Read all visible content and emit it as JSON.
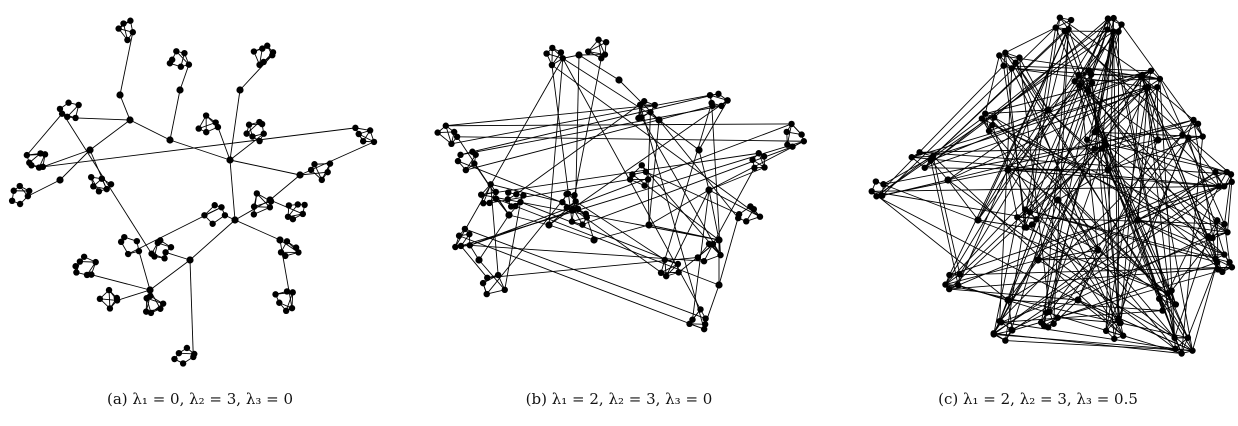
{
  "figure": {
    "panels": [
      {
        "id": "a",
        "label": "(a)",
        "l1": "λ₁ = 0,",
        "l2": "λ₂ = 3,",
        "l3": "λ₃ = 0"
      },
      {
        "id": "b",
        "label": "(b)",
        "l1": "λ₁ = 2,",
        "l2": "λ₂ = 3,",
        "l3": "λ₃ = 0"
      },
      {
        "id": "c",
        "label": "(c)",
        "l1": "λ₁ = 2,",
        "l2": "λ₂ = 3,",
        "l3": "λ₃ = 0.5"
      }
    ]
  }
}
